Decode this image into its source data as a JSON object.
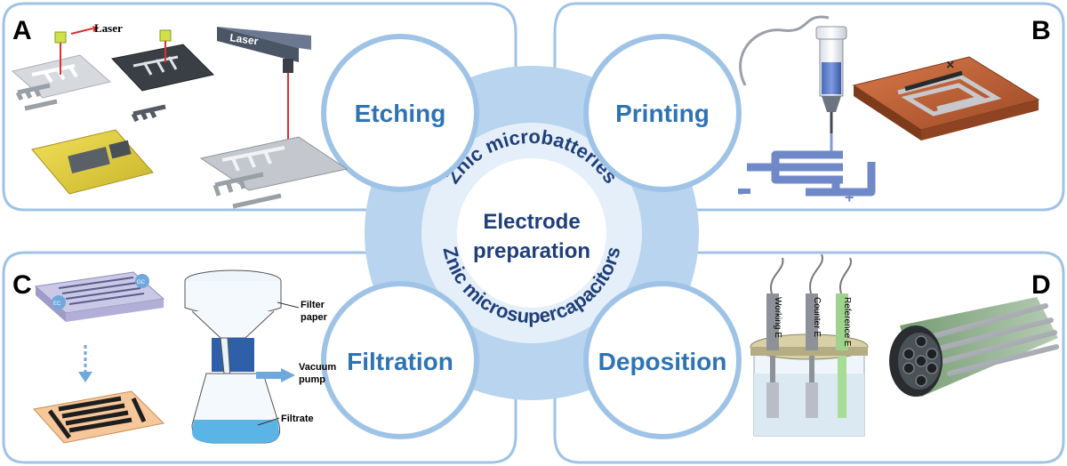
{
  "panels": {
    "A": {
      "letter": "A",
      "laser_label": "Laser",
      "laser_head_label": "Laser"
    },
    "B": {
      "letter": "B",
      "minus_sign": "-",
      "plus_sign": "+",
      "cross_sign": "×"
    },
    "C": {
      "letter": "C",
      "filter_paper_line1": "Filter",
      "filter_paper_line2": "paper",
      "vacuum_line1": "Vacuum",
      "vacuum_line2": "pump",
      "filtrate": "Filtrate",
      "ec_label": "EC",
      "gc_label": "GC"
    },
    "D": {
      "letter": "D",
      "working_electrode": "Working E",
      "counter_electrode": "Counter E",
      "reference_electrode": "Reference E"
    }
  },
  "methods": {
    "etching": "Etching",
    "printing": "Printing",
    "filtration": "Filtration",
    "deposition": "Deposition"
  },
  "hub": {
    "center_line1": "Electrode",
    "center_line2": "preparation",
    "ring_top": "Znic microbatteries",
    "ring_bottom": "Znic microsupercapacitors"
  },
  "colors": {
    "frame": "#9fc3e6",
    "hub_outer": "#b8d4ee",
    "hub_inner": "#e4eff9",
    "method_text": "#2e74b5",
    "hub_text": "#1f3f7a",
    "laser_beam": "#e03030"
  }
}
